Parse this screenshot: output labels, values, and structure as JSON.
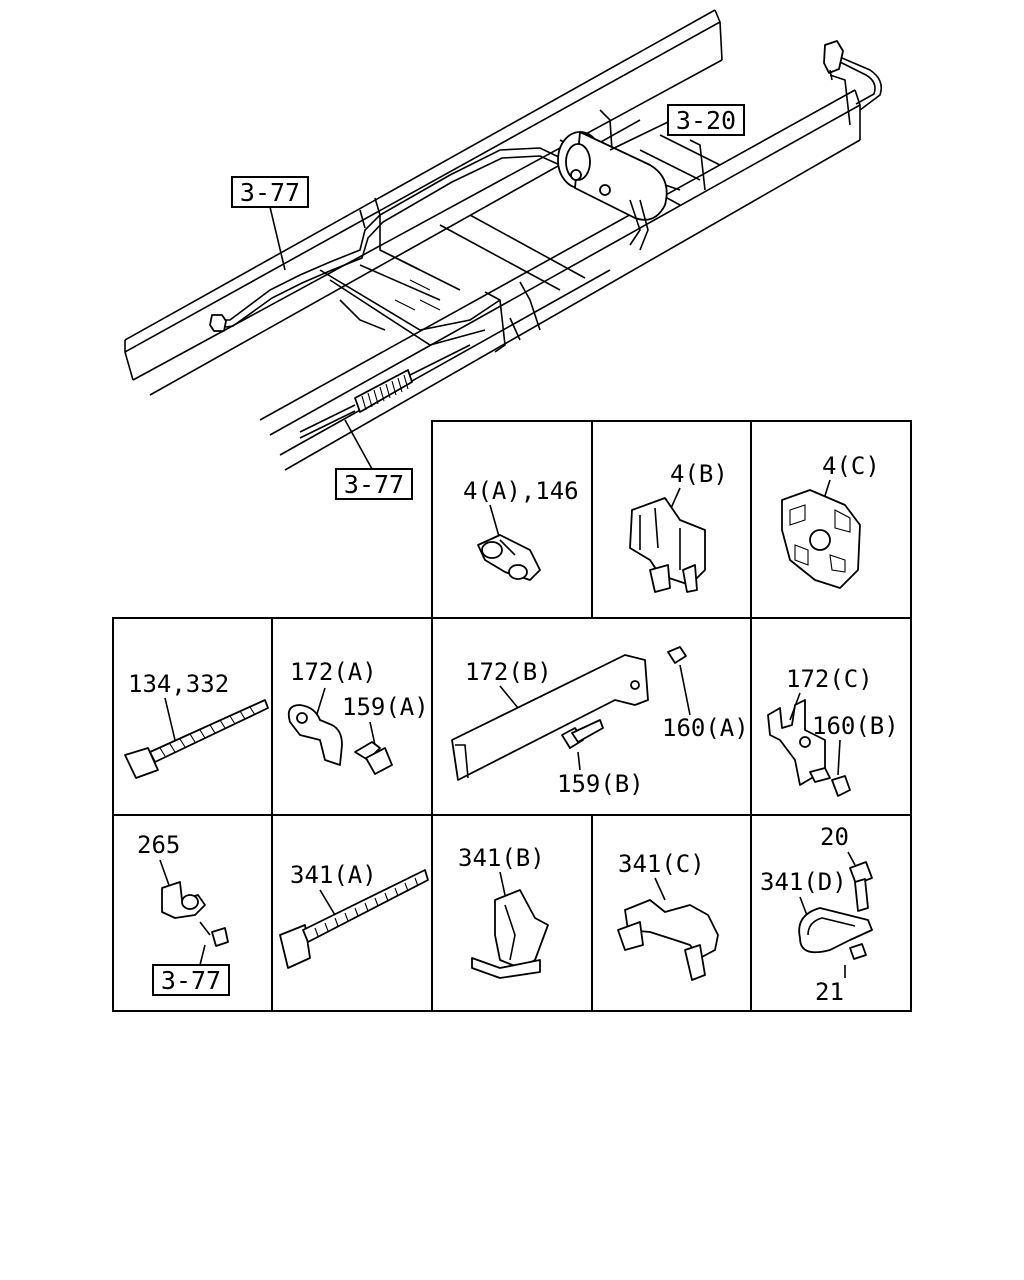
{
  "references": {
    "ref_top_left": "3-77",
    "ref_top_right": "3-20",
    "ref_cable": "3-77",
    "ref_265": "3-77"
  },
  "labels": {
    "c_4a": "4(A),146",
    "c_4b": "4(B)",
    "c_4c": "4(C)",
    "c_134": "134,332",
    "c_172a": "172(A)",
    "c_159a": "159(A)",
    "c_172b": "172(B)",
    "c_160a": "160(A)",
    "c_159b": "159(B)",
    "c_172c": "172(C)",
    "c_160b": "160(B)",
    "c_265": "265",
    "c_341a": "341(A)",
    "c_341b": "341(B)",
    "c_341c": "341(C)",
    "c_20": "20",
    "c_341d": "341(D)",
    "c_21": "21"
  }
}
